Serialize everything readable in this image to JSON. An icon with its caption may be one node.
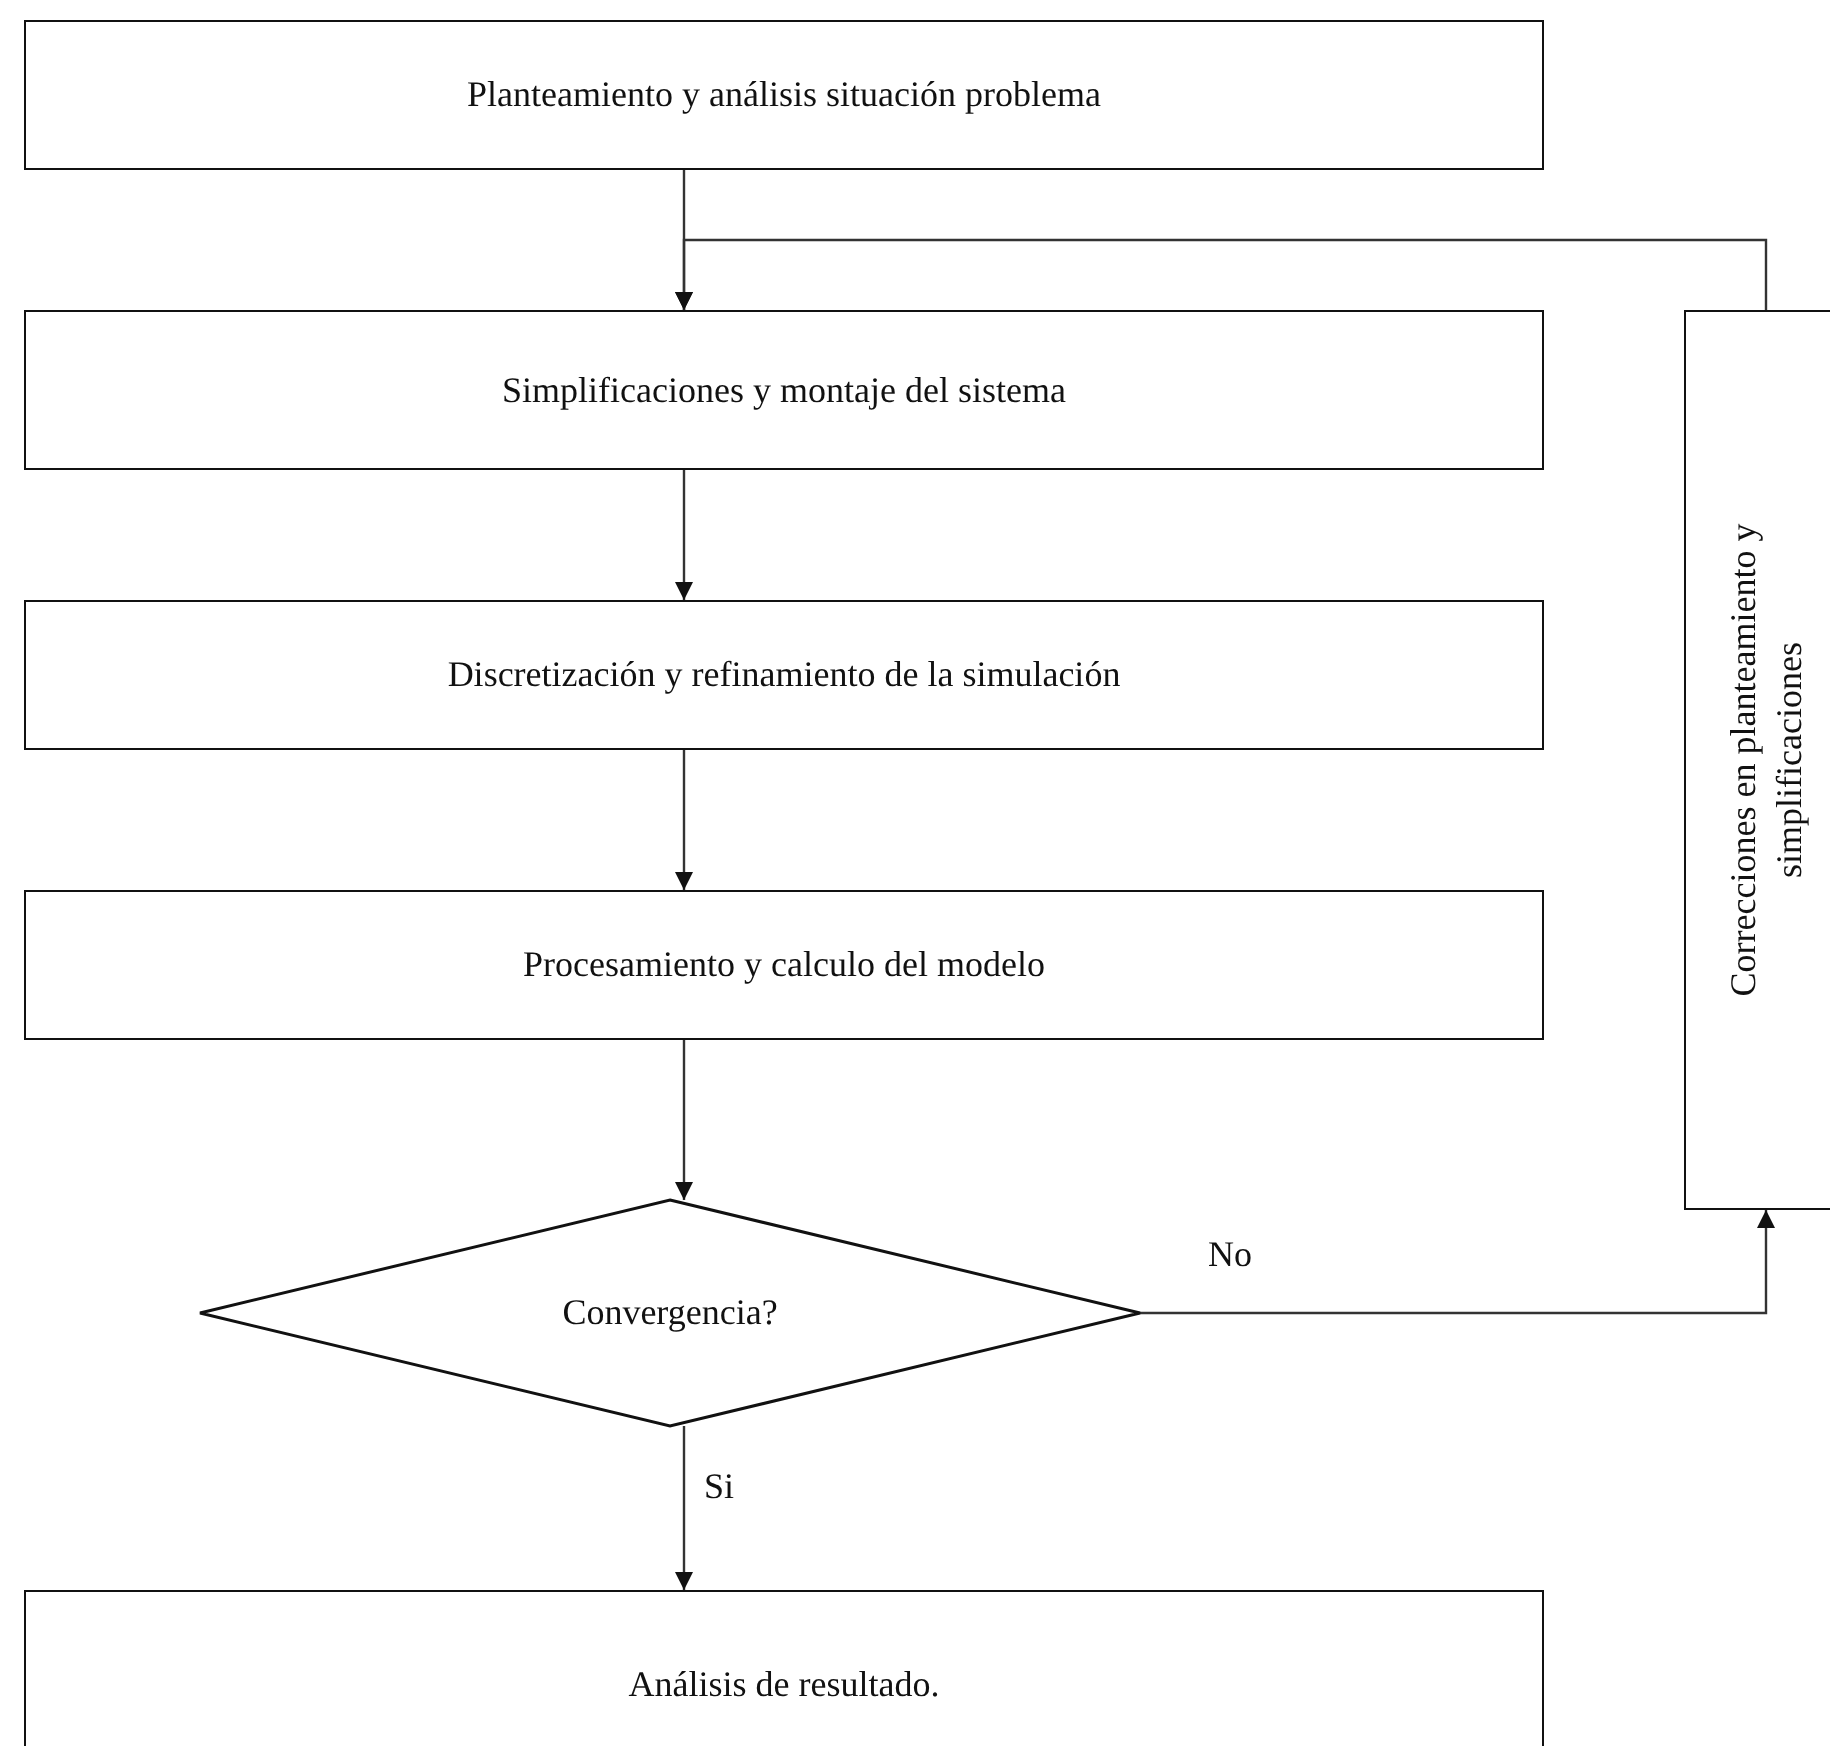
{
  "diagram": {
    "nodes": [
      {
        "text": [
          "Planteamiento y análisis situación problema"
        ]
      },
      {
        "text": [
          "Simplificaciones y montaje del sistema"
        ]
      },
      {
        "text": [
          "Discretización y refinamiento de la simulación"
        ]
      },
      {
        "text": [
          "Procesamiento y calculo del modelo"
        ]
      },
      {
        "text": [
          "Convergencia?"
        ]
      },
      {
        "text": [
          "Análisis de resultado."
        ]
      },
      {
        "text": [
          "Correcciones en planteamiento y simplificaciones"
        ]
      }
    ],
    "edges": [
      {
        "from": 0,
        "to": 1,
        "arrow": "to"
      },
      {
        "from": 1,
        "to": 2,
        "arrow": "to"
      },
      {
        "from": 2,
        "to": 3,
        "arrow": "to"
      },
      {
        "from": 3,
        "to": 4,
        "arrow": "to"
      },
      {
        "from": 4,
        "to": 5,
        "arrow": "to",
        "label": "Si"
      },
      {
        "from": 4,
        "to": 6,
        "arrow": "to",
        "label": "No"
      },
      {
        "from": 6,
        "to": 1,
        "arrow": "to"
      }
    ]
  }
}
